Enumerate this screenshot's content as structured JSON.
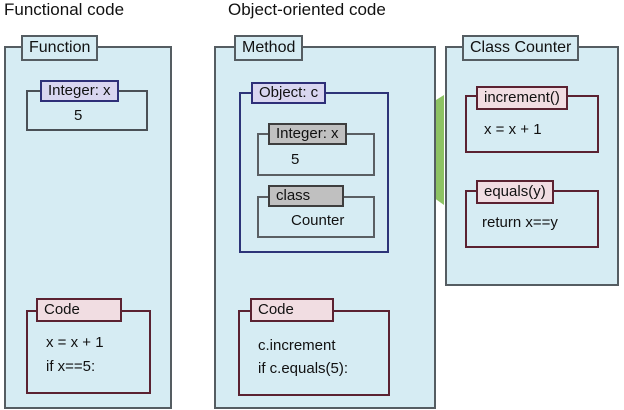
{
  "headings": {
    "functional": "Functional code",
    "object_oriented": "Object-oriented code"
  },
  "function_panel": {
    "tab": "Function",
    "variable": {
      "label": "Integer: x",
      "value": "5"
    },
    "code": {
      "label": "Code",
      "lines": [
        "x = x + 1",
        "if x==5:"
      ]
    }
  },
  "method_panel": {
    "tab": "Method",
    "object": {
      "label": "Object: c",
      "integer": {
        "label": "Integer: x",
        "value": "5"
      },
      "class_ref": {
        "label": "class",
        "value": "Counter"
      }
    },
    "code": {
      "label": "Code",
      "lines": [
        "c.increment",
        "if c.equals(5):"
      ]
    }
  },
  "class_panel": {
    "tab": "Class Counter",
    "increment": {
      "label": "increment()",
      "body": "x = x + 1"
    },
    "equals": {
      "label": "equals(y)",
      "body": "return x==y"
    }
  },
  "colors": {
    "panel_fill": "#d6ecf3",
    "connector_green": "#8dc263",
    "object_border": "#2d3478",
    "code_border": "#5b2231"
  }
}
